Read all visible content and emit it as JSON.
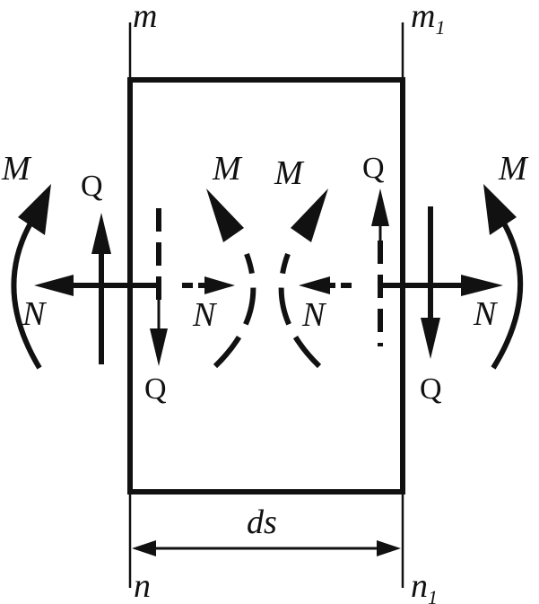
{
  "diagram": {
    "sections": {
      "left_top": "m",
      "right_top": "m",
      "right_top_sub": "1",
      "left_bottom": "n",
      "right_bottom": "n",
      "right_bottom_sub": "1"
    },
    "element_length": "ds",
    "forces": {
      "moment": "M",
      "shear": "Q",
      "normal": "N"
    }
  }
}
